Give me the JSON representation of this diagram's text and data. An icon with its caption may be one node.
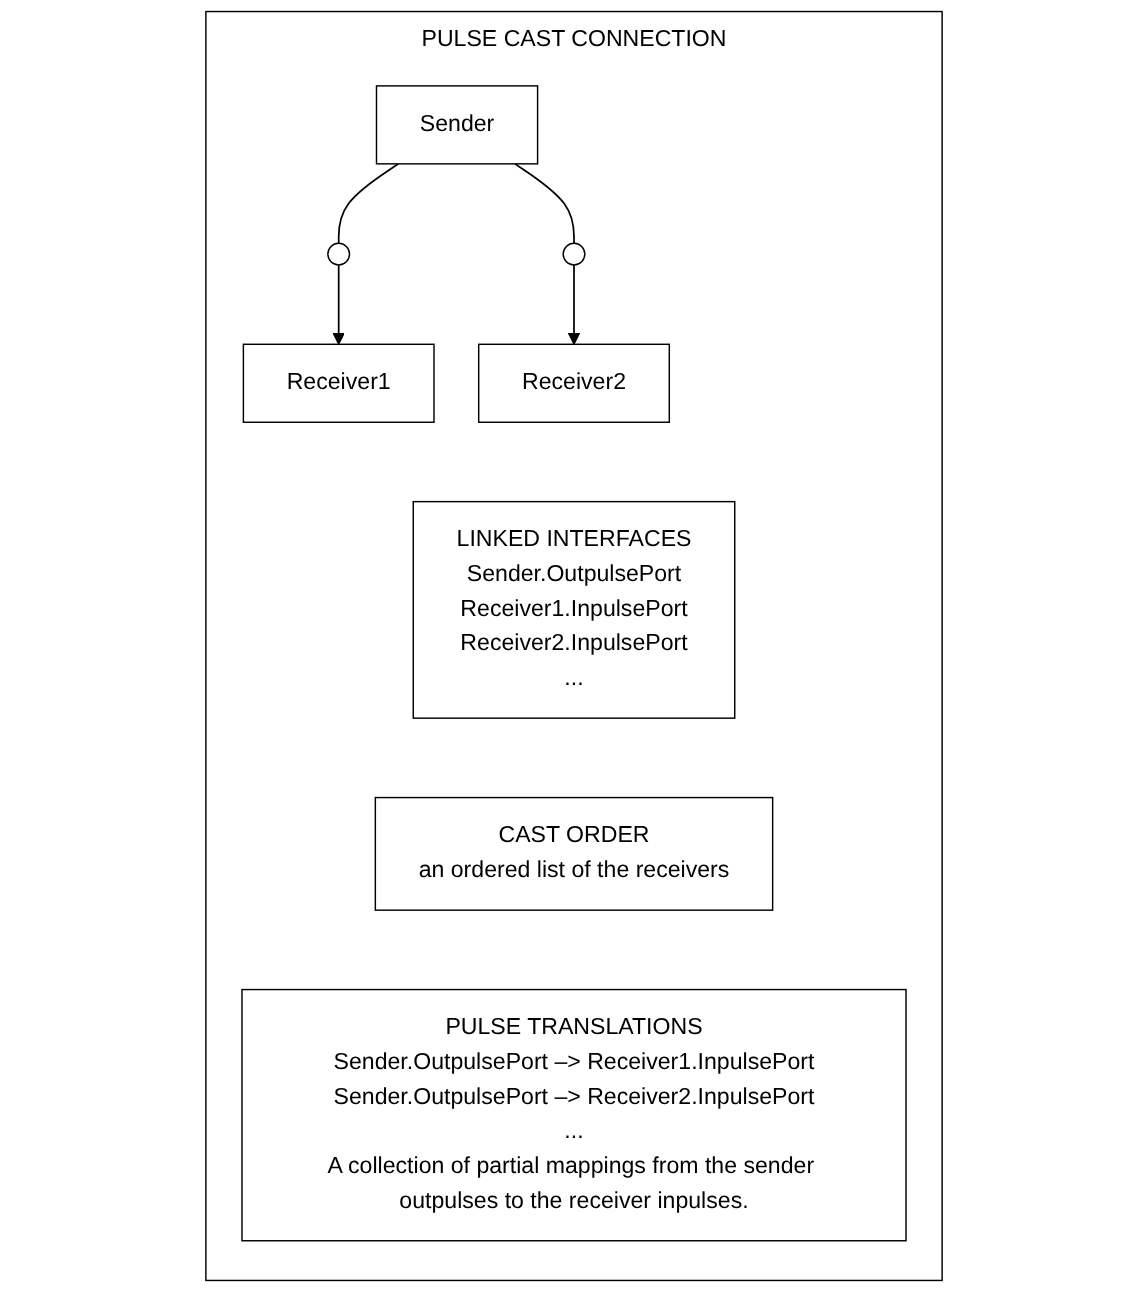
{
  "diagram": {
    "nodes": [
      {
        "text": [
          "PULSE CAST CONNECTION"
        ]
      },
      {
        "text": [
          "Sender"
        ],
        "in": 0
      },
      {
        "text": [],
        "shape": "circle",
        "in": 0
      },
      {
        "text": [
          "Receiver1"
        ],
        "in": 0
      },
      {
        "text": [],
        "shape": "circle",
        "in": 0
      },
      {
        "text": [
          "Receiver2"
        ],
        "in": 0
      },
      {
        "text": [
          "LINKED INTERFACES",
          "Sender.OutpulsePort",
          "Receiver1.InpulsePort",
          "Receiver2.InpulsePort",
          "..."
        ],
        "in": 0
      },
      {
        "text": [
          "CAST ORDER",
          "an ordered list of the receivers"
        ],
        "in": 0
      },
      {
        "text": [
          "PULSE TRANSLATIONS",
          "Sender.OutpulsePort –> Receiver1.InpulsePort",
          "Sender.OutpulsePort –> Receiver2.InpulsePort",
          "...",
          "A collection of partial mappings from the sender outpulses to the receiver inpulses."
        ],
        "in": 0
      }
    ],
    "edges": [
      {
        "from": 1,
        "to": 2,
        "arrow": "none"
      },
      {
        "from": 2,
        "to": 3,
        "arrow": "to"
      },
      {
        "from": 1,
        "to": 4,
        "arrow": "none"
      },
      {
        "from": 4,
        "to": 5,
        "arrow": "to"
      }
    ]
  }
}
